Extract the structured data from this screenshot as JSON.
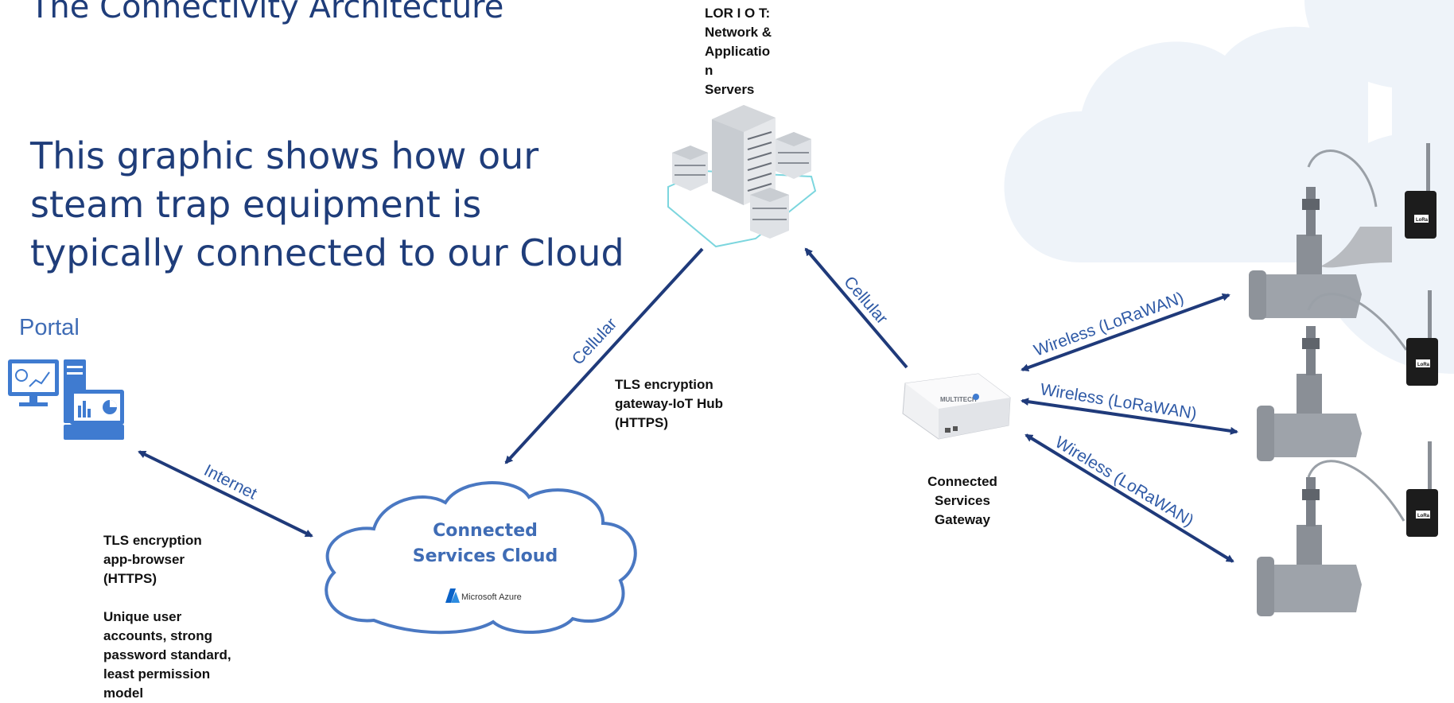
{
  "title": "The Connectivity Architecture",
  "subtitle": [
    "This graphic shows how our",
    "steam trap equipment is",
    "typically connected to our Cloud"
  ],
  "portal": {
    "label": "Portal",
    "icon": "computer-dashboard-icon"
  },
  "server": {
    "label_lines": [
      "LOR I O T:",
      "Network &",
      "Applicatio",
      "n",
      "Servers"
    ],
    "icon": "server-rack-icon"
  },
  "cloud": {
    "label_lines": [
      "Connected",
      "Services Cloud"
    ],
    "provider": "Microsoft Azure",
    "icon": "azure-logo-icon"
  },
  "gateway": {
    "label_lines": [
      "Connected",
      "Services",
      "Gateway"
    ],
    "brand": "MULTITECH",
    "icon": "gateway-device-icon"
  },
  "notes": {
    "gateway_iot": [
      "TLS encryption",
      "gateway-IoT Hub",
      "(HTTPS)"
    ],
    "app_browser": [
      "TLS encryption",
      "app-browser",
      "(HTTPS)"
    ],
    "accounts": [
      "Unique user",
      "accounts, strong",
      "password standard,",
      "least permission",
      "model"
    ]
  },
  "connections": {
    "internet": "Internet",
    "cellular_server_cloud": "Cellular",
    "cellular_gateway_server": "Cellular",
    "wireless_top": "Wireless (LoRaWAN)",
    "wireless_mid": "Wireless (LoRaWAN)",
    "wireless_bottom": "Wireless (LoRaWAN)"
  },
  "sensor_tag": "LoRa",
  "colors": {
    "arrow": "#1f3a7a",
    "text_blue": "#1f3d7a",
    "cloud_stroke": "#4a78c2",
    "bg_decor": "#eef3f9"
  }
}
